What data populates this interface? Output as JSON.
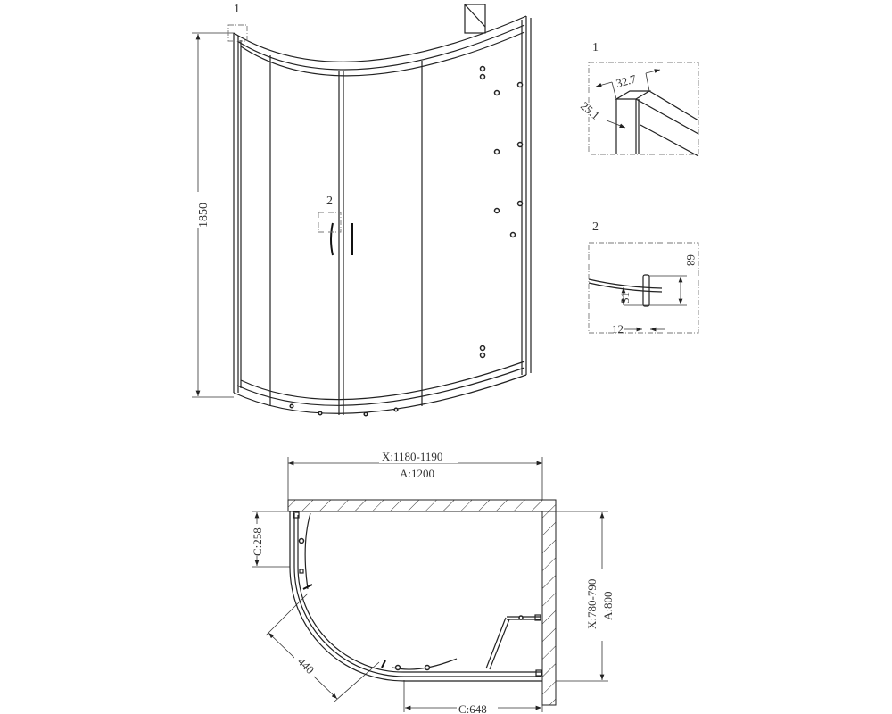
{
  "front_view": {
    "height_dim": "1850",
    "callout_1": "1",
    "callout_2": "2"
  },
  "detail_1": {
    "title": "1",
    "dim_width": "32.7",
    "dim_depth": "25.1"
  },
  "detail_2": {
    "title": "2",
    "dim_height": "68",
    "dim_offset": "31",
    "dim_width": "12"
  },
  "plan_view": {
    "width_range": "X:1180-1190",
    "width_nominal": "A:1200",
    "depth_range": "X:780-790",
    "depth_nominal": "A:800",
    "side_c": "C:258",
    "bottom_c": "C:648",
    "door_opening": "440"
  },
  "colors": {
    "line": "#222222",
    "background": "#ffffff"
  }
}
